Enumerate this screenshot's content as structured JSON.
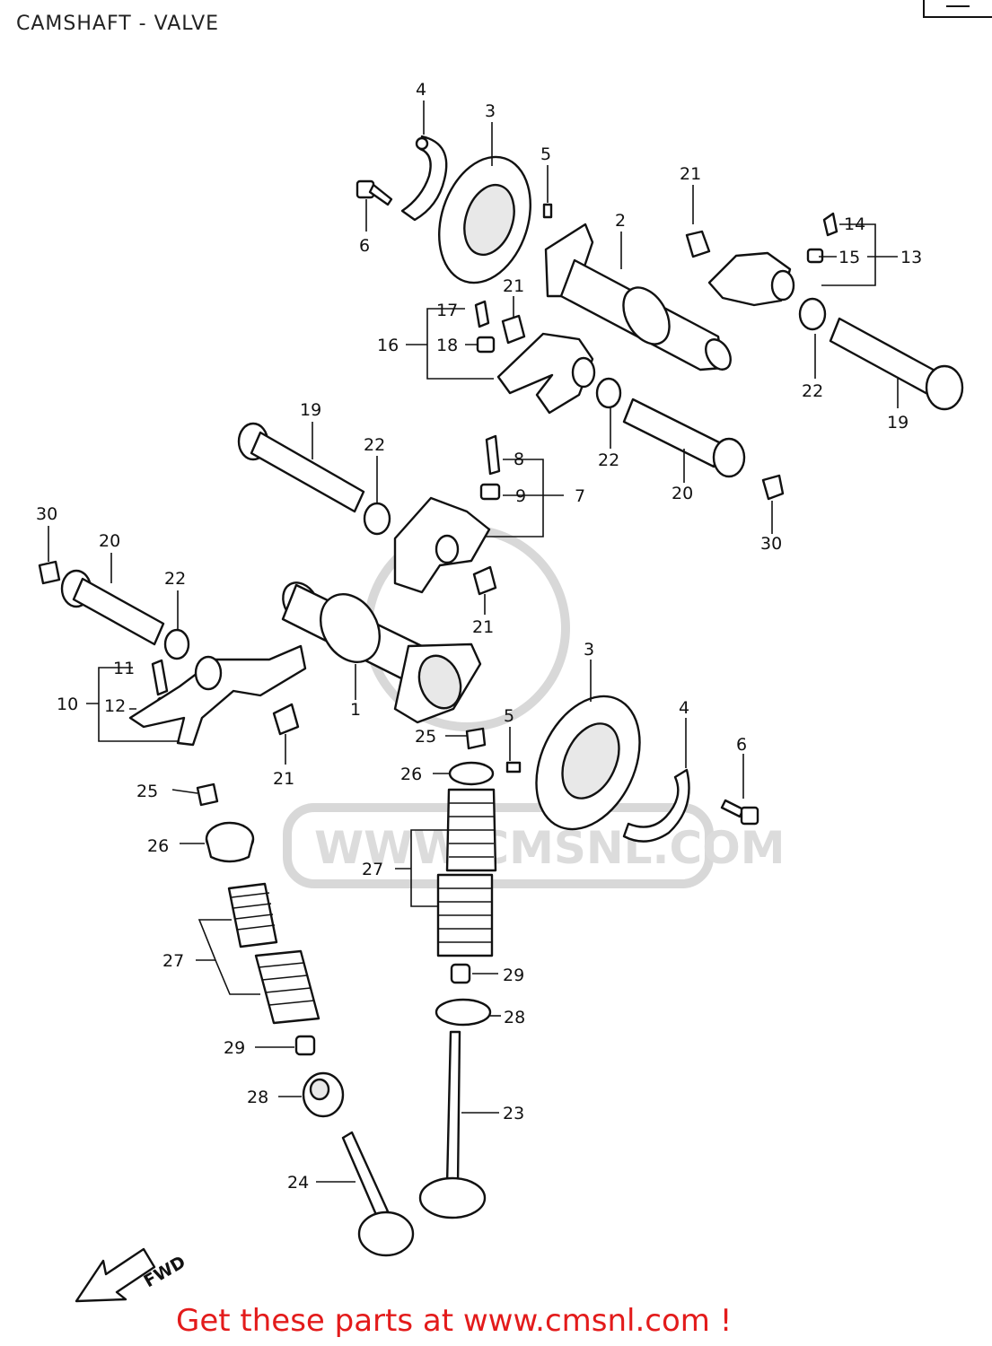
{
  "title": "CAMSHAFT - VALVE",
  "footer": "Get these parts at www.cmsnl.com !",
  "watermark": "WWW.CMSNL.COM",
  "fwd_label": "FWD",
  "colors": {
    "line": "#111111",
    "footer": "#e31b1b",
    "watermark": "#d8d8d8"
  },
  "labels": {
    "l4a": "4",
    "l3a": "3",
    "l5a": "5",
    "l2": "2",
    "l21a": "21",
    "l14": "14",
    "l6a": "6",
    "l15": "15",
    "l13": "13",
    "l17": "17",
    "l21b": "21",
    "l16": "16",
    "l18": "18",
    "l22a": "22",
    "l19a": "19",
    "l19b": "19",
    "l22b": "22",
    "l8": "8",
    "l22c": "22",
    "l9": "9",
    "l7": "7",
    "l20a": "20",
    "l30a": "30",
    "l30b": "30",
    "l20b": "20",
    "l22d": "22",
    "l21c": "21",
    "l3b": "3",
    "l11": "11",
    "l10": "10",
    "l12": "12",
    "l1": "1",
    "l5b": "5",
    "l4b": "4",
    "l25a": "25",
    "l6b": "6",
    "l21d": "21",
    "l26a": "26",
    "l25b": "25",
    "l26b": "26",
    "l27a": "27",
    "l27b": "27",
    "l29a": "29",
    "l28a": "28",
    "l29b": "29",
    "l28b": "28",
    "l23": "23",
    "l24": "24"
  }
}
